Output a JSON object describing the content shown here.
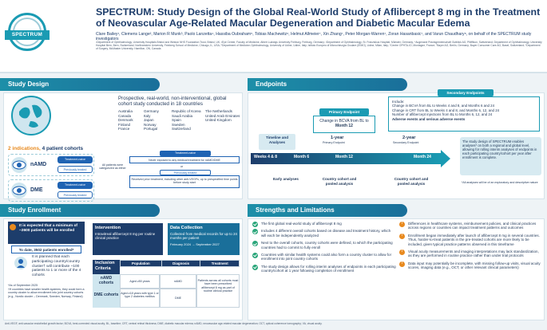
{
  "header": {
    "logo": "SPECTRUM",
    "title": "SPECTRUM: Study Design of the Global Real-World Study of Aflibercept 8 mg in the Treatment of Neovascular Age-Related Macular Degeneration and Diabetic Macular Edema",
    "authors": "Clare Bailey¹, Clemens Lange², Marion R Munk³, Paolo Lanzetta⁴, Hassiba Oubraham⁵, Tobias Machewitz⁶, Helmut Allmeier⁷, Xin Zhang⁷, Peter Morgan-Warren⁷, Zoran Hasanbasic⁷, and Varun Chaudhary⁸, on behalf of the SPECTRUM study investigators",
    "affiliations": "¹Department of Ophthalmology, University Hospitals Bristol and Weston NHS Foundation Trust, Bristol, UK; ²Eye Center, Faculty of Medicine, Albert Ludwigs University Freiburg, Freiburg, Germany; ³Department of Ophthalmology, St. Franziskus Hospital, Münster, Germany; ⁴Augenarzt Praxisgemeinschaft Gutblick AG, Pfäffikon, Switzerland; Department of Ophthalmology, University Hospital Bern, Bern, Switzerland; Northwestern University, Feinberg School of Medicine, Chicago, IL, USA; ⁵Department of Medicine-Ophthalmology, University of Udine, Udine, Italy; Istituto Europeo di Microchirurgia Oculare (IEMO), Udine, Milan, Italy; ⁶Centre OPHTA-IO, Montagne, France; ⁷Bayer AG, Berlin, Germany; Bayer Consumer Care AG, Basel, Switzerland; ⁸Department of Surgery, McMaster University, Hamilton, ON, Canada"
  },
  "design": {
    "heading": "Study Design",
    "intro": "Prospective, real-world, non-interventional, global cohort study conducted in 18 countries",
    "countries_col1": [
      "Australia",
      "Canada",
      "Denmark",
      "Finland",
      "France"
    ],
    "countries_col2": [
      "Germany",
      "Italy",
      "Japan",
      "Norway",
      "Portugal"
    ],
    "countries_col3": [
      "Republic of Korea",
      "Saudi Arabia",
      "Spain",
      "Sweden",
      "Switzerland"
    ],
    "countries_col4": [
      "The Netherlands",
      "United Arab Emirates",
      "United Kingdom"
    ],
    "cohorts_title_a": "2 indications,",
    "cohorts_title_b": "4 patient cohorts",
    "namd": "nAMD",
    "dme": "DME",
    "treatment_naive": "Treatment-naive",
    "previously_treated": "Previously treated",
    "all_patients": "All patients were categorized as either",
    "naive_desc": "Never exposed to any medical treatment for nAMD/DME",
    "or": "or",
    "prev_desc": "Received prior treatment, including other anti-VEGFs, up to prespecified time points before study start"
  },
  "endpoints": {
    "heading": "Endpoints",
    "primary_label": "Primary Endpoint",
    "primary_text_a": "Change in BCVA from BL to",
    "primary_text_b": "Month 12",
    "secondary_label": "Secondary Endpoints",
    "include": "Include:",
    "secondary_items": [
      "Change in BCVA from BL to Weeks 4 and 8, and Months 6 and 24",
      "Change in CRT from BL to Weeks 4 and 8, and Months 6, 12, and 24",
      "Number of aflibercept injections from BL to Months 6, 12, and 24",
      "Adverse events and serious adverse events"
    ],
    "timeline_label": "Timeline and Analyses",
    "tl_weeks": "Weeks 4 & 8",
    "tl_m6": "Month 6",
    "tl_m12": "Month 12",
    "tl_m24": "Month 24",
    "year1": "1-year",
    "year1_sub": "Primary Endpoint",
    "year2": "2-year",
    "year2_sub": "Secondary Endpoint",
    "early": "Early analyses",
    "country1": "Country cohort and pooled analysis",
    "country2": "Country cohort and pooled analysis",
    "design_note": "The study design of SPECTRUM enables analyses* on both a regional and global level, allowing for rolling interim analyses of endpoints in each participating country/cohort per year after enrollment is complete.",
    "footnote": "*All analyses will be of an exploratory and descriptive nature"
  },
  "enrollment": {
    "heading": "Study Enrollment",
    "expected": "It is expected that a minimum of ~2600 patients will be enrolled",
    "to_date": "To date, 3502 patients enrolled*",
    "planned": "It is planned that each participating country/country cluster† will contribute ~100 patients to 1 or more of the 4 cohorts",
    "footnote1": "*As of September 2025",
    "footnote2": "†If countries have smaller health systems, they could form a country cluster to allow enrollment into joint country cohorts (e.g., Nordic cluster – Denmark, Sweden, Norway, Finland)",
    "intervention_title": "Intervention",
    "intervention_text": "Intravitreal aflibercept 8 mg per routine clinical practice",
    "data_title": "Data Collection",
    "data_text": "Collected from medical records for up to 24 months per patient",
    "feb": "February 2024",
    "sep": "September 2027",
    "criteria_title": "Inclusion Criteria",
    "col_population": "Population",
    "col_diagnosis": "Diagnosis",
    "col_treatment": "Treatment",
    "row1_label": "nAMD cohorts",
    "row1_pop": "Aged ≥50 years",
    "row1_diag": "nAMD",
    "row2_label": "DME cohorts",
    "row2_pop": "Aged ≥18 years with type 1 or type 2 diabetes mellitus",
    "row2_diag": "DME",
    "treat_text": "Patients across all cohorts must have been prescribed aflibercept 8 mg as part of routine clinical practice"
  },
  "strengths": {
    "heading": "Strengths and Limitations",
    "heading_a": "Strengths",
    "heading_and": " and ",
    "heading_b": "Limitations",
    "left": [
      "The first global real-world study of aflibercept 8 mg",
      "Includes 4 different overall cohorts based on disease and treatment history, which will each be independently analyzed",
      "Next to the overall cohorts, country cohorts were defined, to which the participating countries had to commit to fully enroll",
      "Countries with similar health systems could also form a country cluster to allow for enrollment into joint country cohorts",
      "The study design allows for rolling interim analyses of endpoints in each participating country/cohort at 1 year following completion of enrollment"
    ],
    "right": [
      "Differences in healthcare systems, reimbursement policies, and clinical practices across regions or countries can impact treatment patterns and outcomes",
      "Enrollment began immediately after launch of aflibercept 8 mg in several countries. Thus, harder-to-treat patients in the pre-treated cohorts are more likely to be included, given typical practice patterns observed in this timeframe",
      "Visual acuity measurements and imaging interpretations may lack standardization, as they are performed in routine practice rather than under trial protocols",
      "Data input may potentially be incomplete, with missing follow-up visits, visual acuity scores, imaging data (e.g., OCT, or other relevant clinical parameters)"
    ]
  },
  "abbrev": "Anti-VEGF, anti-vascular endothelial growth factor; BCVA, best-corrected visual acuity; BL, baseline; CRT, central retinal thickness; DME, diabetic macular edema; nAMD, neovascular age-related macular degeneration; OCT, optical coherence tomography; VA, visual acuity."
}
